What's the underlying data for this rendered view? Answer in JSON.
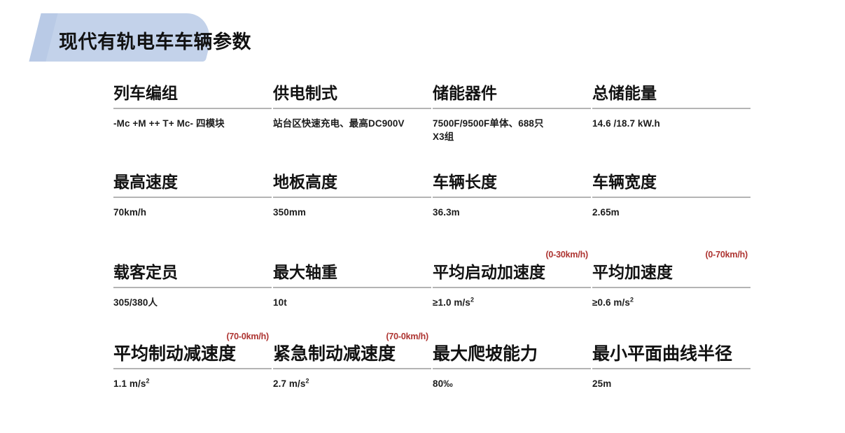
{
  "slide": {
    "title": "现代有轨电车车辆参数",
    "accent_blue": "#c3d2ea",
    "accent_blue_dark": "#b9cae6",
    "annotation_red": "#ad3330",
    "rule_gray": "#b4b4b4",
    "background": "#ffffff"
  },
  "rows": [
    {
      "cells": [
        {
          "annotation": "",
          "heading": "列车编组",
          "value": "-Mc +M ++ T+ Mc- 四模块"
        },
        {
          "annotation": "",
          "heading": "供电制式",
          "value": "站台区快速充电、最高DC900V"
        },
        {
          "annotation": "",
          "heading": "储能器件",
          "value": "7500F/9500F单体、688只\n X3组"
        },
        {
          "annotation": "",
          "heading": "总储能量",
          "value": "14.6 /18.7 kW.h"
        }
      ]
    },
    {
      "cells": [
        {
          "annotation": "",
          "heading": "最高速度",
          "value": "70km/h"
        },
        {
          "annotation": "",
          "heading": "地板高度",
          "value": "350mm"
        },
        {
          "annotation": "",
          "heading": "车辆长度",
          "value": "36.3m"
        },
        {
          "annotation": "",
          "heading": "车辆宽度",
          "value": "2.65m"
        }
      ]
    },
    {
      "cells": [
        {
          "annotation": "",
          "heading": "载客定员",
          "value": "305/380人"
        },
        {
          "annotation": "",
          "heading": "最大轴重",
          "value": "10t"
        },
        {
          "annotation": "(0-30km/h)",
          "heading": "平均启动加速度",
          "value": "≥1.0 m/s",
          "value_sup": "2"
        },
        {
          "annotation": "(0-70km/h)",
          "heading": "平均加速度",
          "value": "≥0.6 m/s",
          "value_sup": "2"
        }
      ]
    },
    {
      "cells": [
        {
          "annotation": "(70-0km/h)",
          "heading": "平均制动减速度",
          "value": "1.1 m/s",
          "value_sup": "2"
        },
        {
          "annotation": "(70-0km/h)",
          "heading": "紧急制动减速度",
          "value": "2.7 m/s",
          "value_sup": "2"
        },
        {
          "annotation": "",
          "heading": "最大爬坡能力",
          "value": "80‰"
        },
        {
          "annotation": "",
          "heading": "最小平面曲线半径",
          "value": "25m"
        }
      ]
    }
  ]
}
